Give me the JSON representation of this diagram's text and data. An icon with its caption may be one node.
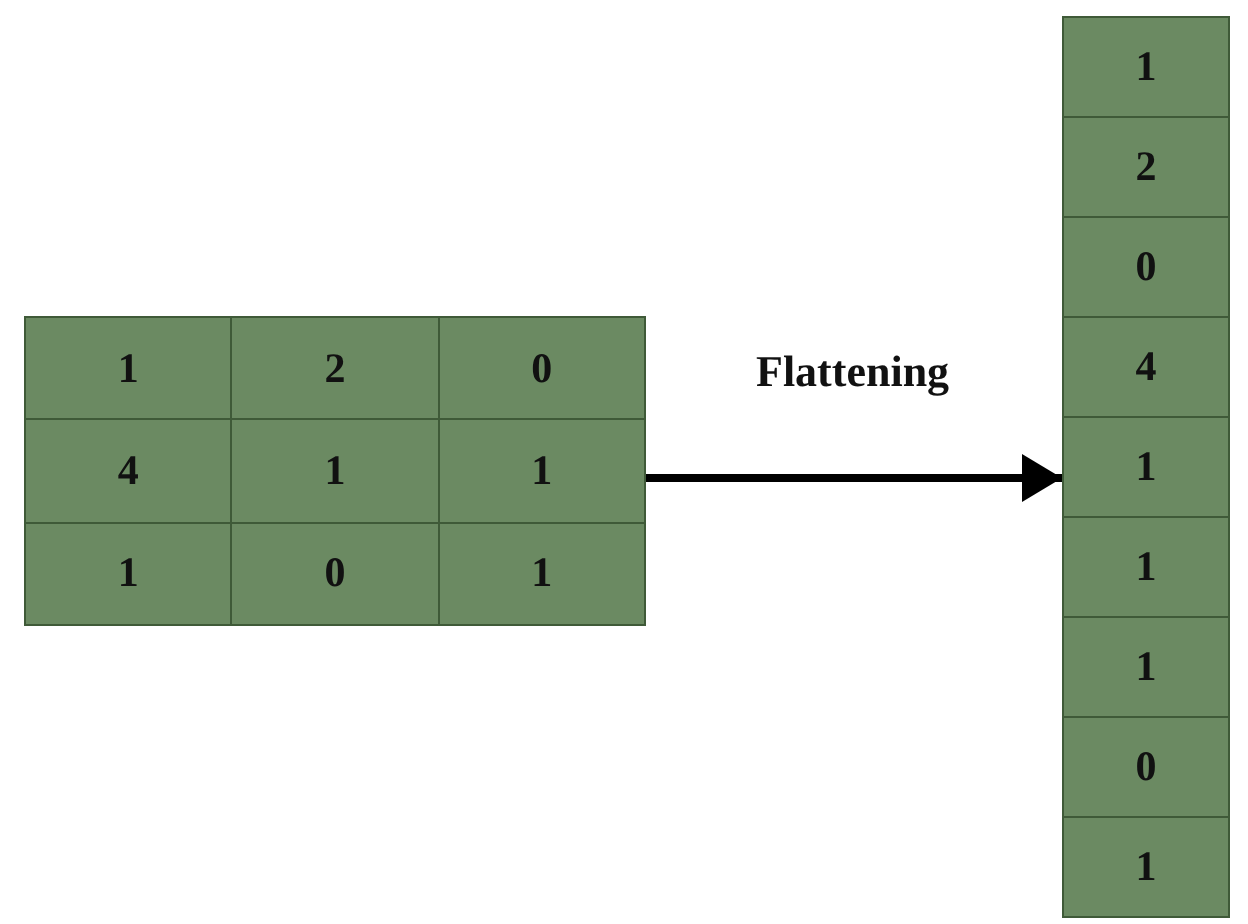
{
  "diagram": {
    "nodes": [
      {
        "text": [],
        "shape": "box"
      },
      {
        "text": [
          "1"
        ],
        "in": 0
      },
      {
        "text": [
          "2"
        ],
        "in": 0
      },
      {
        "text": [
          "0"
        ],
        "in": 0
      },
      {
        "text": [
          "4"
        ],
        "in": 0
      },
      {
        "text": [
          "1"
        ],
        "in": 0
      },
      {
        "text": [
          "1"
        ],
        "in": 0
      },
      {
        "text": [
          "1"
        ],
        "in": 0
      },
      {
        "text": [
          "0"
        ],
        "in": 0
      },
      {
        "text": [
          "1"
        ],
        "in": 0
      },
      {
        "text": [],
        "shape": "box"
      },
      {
        "text": [
          "1"
        ],
        "in": 10
      },
      {
        "text": [
          "2"
        ],
        "in": 10
      },
      {
        "text": [
          "0"
        ],
        "in": 10
      },
      {
        "text": [
          "4"
        ],
        "in": 10
      },
      {
        "text": [
          "1"
        ],
        "in": 10
      },
      {
        "text": [
          "1"
        ],
        "in": 10
      },
      {
        "text": [
          "1"
        ],
        "in": 10
      },
      {
        "text": [
          "0"
        ],
        "in": 10
      },
      {
        "text": [
          "1"
        ],
        "in": 10
      }
    ],
    "edges": [
      {
        "from": 0,
        "to": 10,
        "arrow": "to",
        "label": "Flattening"
      }
    ]
  }
}
